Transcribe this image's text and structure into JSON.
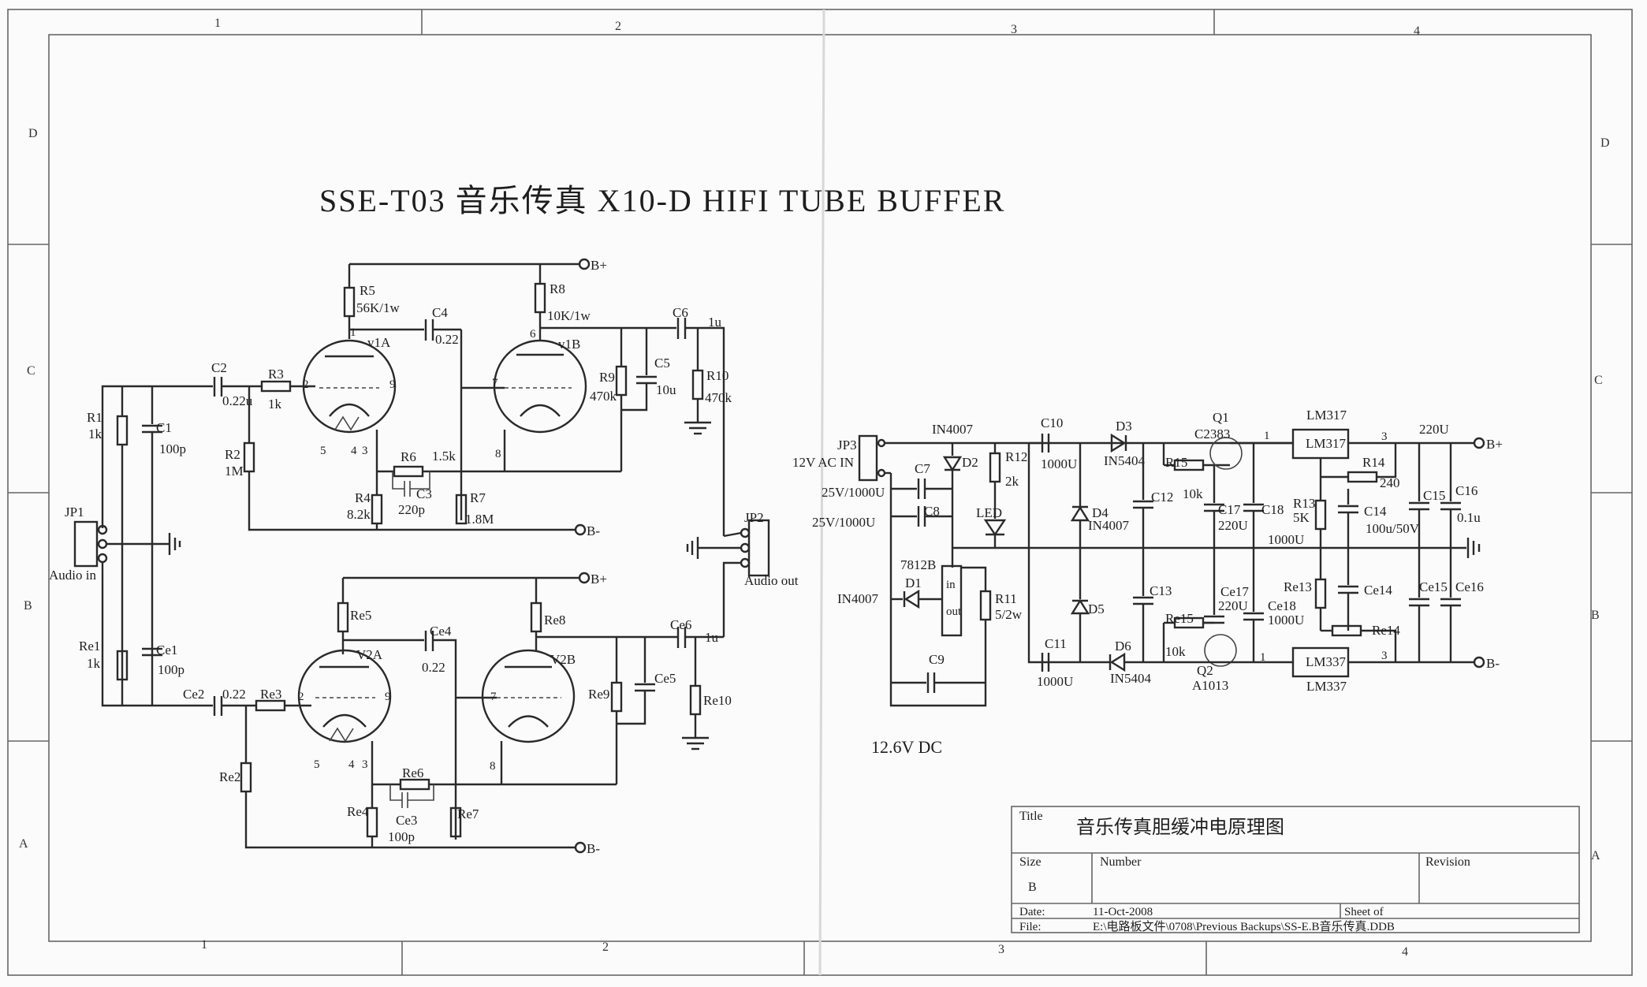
{
  "title": {
    "line": "SSE-T03  音乐传真   X10-D HIFI TUBE BUFFER"
  },
  "zones": {
    "cols_top": [
      "1",
      "2",
      "3",
      "4"
    ],
    "cols_bottom": [
      "1",
      "2",
      "3",
      "4"
    ],
    "rows_left": [
      "D",
      "C",
      "B",
      "A"
    ],
    "rows_right": [
      "D",
      "C",
      "B",
      "A"
    ]
  },
  "rails": {
    "bplus": "B+",
    "bminus": "B-"
  },
  "connectors": {
    "jp1": "JP1",
    "audio_in": "Audio in",
    "jp2": "JP2",
    "audio_out": "Audio out",
    "jp3": "JP3",
    "ac_in": "12V AC IN",
    "dc_label": "12.6V DC"
  },
  "tubes": {
    "v1a": "v1A",
    "v1b": "v1B",
    "v2a": "V2A",
    "v2b": "V2B"
  },
  "pins": {
    "p2": "2",
    "p9": "9",
    "p7": "7",
    "p6": "6",
    "p8": "8",
    "p1": "1",
    "p5": "5",
    "p4": "4",
    "p3": "3"
  },
  "upper": {
    "r5": "R5",
    "r5v": "56K/1w",
    "c4": "C4",
    "c4v": "0.22",
    "r8": "R8",
    "r8v": "10K/1w",
    "c6": "C6",
    "c6v": "1u",
    "c2": "C2",
    "c2v": "0.22u",
    "r3": "R3",
    "r3v": "1k",
    "r1": "R1",
    "r1v": "1k",
    "c1": "C1",
    "c1v": "100p",
    "r2": "R2",
    "r2v": "1M",
    "r6": "R6",
    "r6v": "1.5k",
    "c3": "C3",
    "c3v": "220p",
    "r4": "R4",
    "r4v": "8.2k",
    "r7": "R7",
    "r7v": "1.8M",
    "r9": "R9",
    "r9v": "470k",
    "c5": "C5",
    "c5v": "10u",
    "r10": "R10",
    "r10v": "470k"
  },
  "lower": {
    "re5": "Re5",
    "ce4": "Ce4",
    "ce4v": "0.22",
    "re8": "Re8",
    "ce6": "Ce6",
    "ce6v": "1u",
    "re1": "Re1",
    "re1v": "1k",
    "ce1": "Ce1",
    "ce1v": "100p",
    "ce2": "Ce2",
    "ce2v": "0.22",
    "re3": "Re3",
    "re2": "Re2",
    "re6": "Re6",
    "re4": "Re4",
    "ce3": "Ce3",
    "ce3v": "100p",
    "re7": "Re7",
    "re9": "Re9",
    "ce5": "Ce5",
    "re10": "Re10"
  },
  "psu": {
    "in4007a": "IN4007",
    "d2": "D2",
    "c7": "C7",
    "c7v": "25V/1000U",
    "c8": "C8",
    "c8v": "25V/1000U",
    "r12": "R12",
    "r12v": "2k",
    "led": "LED",
    "reg": "7812B",
    "reg_in": "in",
    "reg_out": "out",
    "d1": "D1",
    "d1v": "IN4007",
    "r11": "R11",
    "r11v": "5/2w",
    "c9": "C9",
    "c10": "C10",
    "c10v": "1000U",
    "d3": "D3",
    "d3v": "IN5404",
    "d4": "D4",
    "d4v": "IN4007",
    "d5": "D5",
    "c11": "C11",
    "c11v": "1000U",
    "d6": "D6",
    "d6v": "IN5404",
    "q1": "Q1",
    "q1v": "C2383",
    "r15": "R15",
    "r15v": "10k",
    "c12": "C12",
    "c17": "C17",
    "c17v": "220U",
    "c18": "C18",
    "c18v": "1000U",
    "lm317": "LM317",
    "lm317b": "LM317",
    "r14": "R14",
    "r14v": "240",
    "r13": "R13",
    "r13v": "5K",
    "c14": "C14",
    "c14v": "100u/50V",
    "c15": "C15",
    "c16": "C16",
    "c16v": "0.1u",
    "v220": "220U",
    "c13": "C13",
    "ce17": "Ce17",
    "ce17v": "220U",
    "ce18": "Ce18",
    "ce18v": "1000U",
    "re15": "Re15",
    "re15v": "10k",
    "q2": "Q2",
    "q2v": "A1013",
    "re13": "Re13",
    "ce14": "Ce14",
    "ce15": "Ce15",
    "ce16": "Ce16",
    "re14": "Re14",
    "lm337": "LM337",
    "lm337b": "LM337",
    "n1": "1",
    "n3": "3",
    "n1b": "1",
    "n3b": "3"
  },
  "title_block": {
    "title_label": "Title",
    "title_value": "音乐传真胆缓冲电原理图",
    "size_label": "Size",
    "size_value": "B",
    "number_label": "Number",
    "revision_label": "Revision",
    "date_label": "Date:",
    "date_value": "11-Oct-2008",
    "sheet_label": "Sheet   of",
    "file_label": "File:",
    "file_value": "E:\\电路板文件\\0708\\Previous Backups\\SS-E.B音乐传真.DDB"
  }
}
